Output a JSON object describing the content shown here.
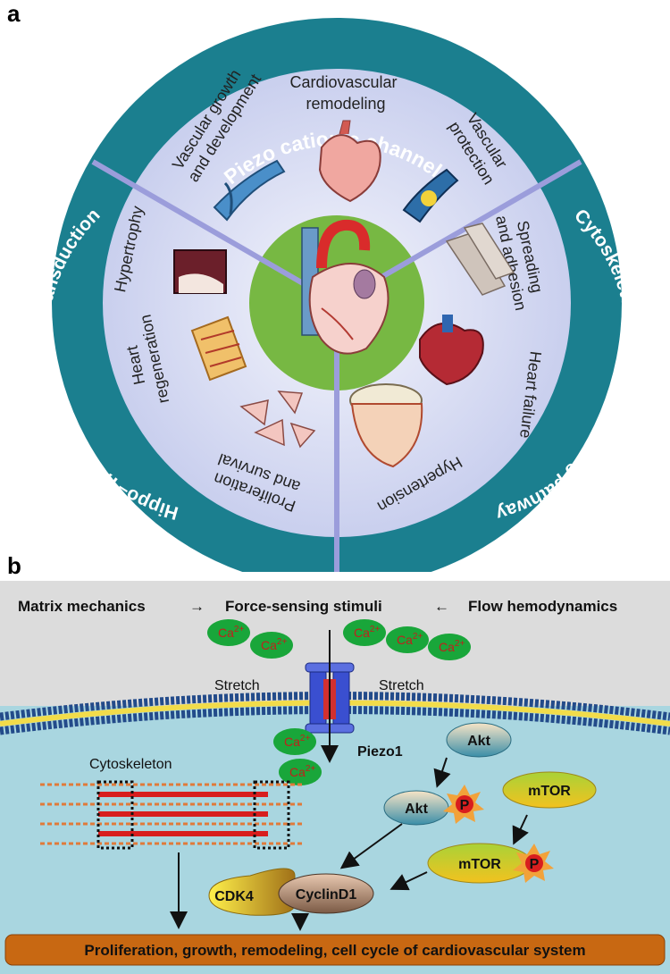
{
  "panel_a": {
    "label": "a",
    "outer_ring": {
      "top": "Piezo cationic channels",
      "right": "Cytoskeleton–induced signaling pathway",
      "left": "Hippo–YAP-related Mechanotransduction"
    },
    "functions": {
      "vascular_growth": [
        "Vascular growth",
        "and development"
      ],
      "cardiovascular_remodeling": [
        "Cardiovascular",
        "remodeling"
      ],
      "vascular_protection": [
        "Vascular",
        "protection"
      ],
      "spreading_adhesion": [
        "Spreading",
        "and adhesion"
      ],
      "heart_failure": "Heart failure",
      "hypertension": "Hypertension",
      "proliferation_survival": [
        "Proliferation",
        "and survival"
      ],
      "heart_regeneration": [
        "Heart",
        "regeneration"
      ],
      "hypertrophy": "Hypertrophy"
    }
  },
  "panel_b": {
    "label": "b",
    "stimuli": {
      "left": "Matrix mechanics",
      "center": "Force-sensing stimuli",
      "right": "Flow hemodynamics",
      "arrow": "→",
      "arrow_back": "←"
    },
    "ion": "Ca",
    "ion_charge": "2+",
    "stretch": "Stretch",
    "channel": "Piezo1",
    "cytoskeleton": "Cytoskeleton",
    "akt": "Akt",
    "mtor": "mTOR",
    "phospho": "P",
    "cdk4": "CDK4",
    "cyclin": "CyclinD1",
    "outcome": "Proliferation, growth, remodeling, cell cycle of cardiovascular system"
  },
  "colors": {
    "outer_ring": "#1b7f8f",
    "middle_disk": "#d7dcf4",
    "center_green": "#77b843",
    "divider": "#9b9ddb",
    "cell_fill": "#a9d6e0",
    "top_band": "#dcdcdc",
    "calcium": "#19a63a",
    "calcium_text": "#c0201c",
    "outcome_bar": "#c86812"
  }
}
